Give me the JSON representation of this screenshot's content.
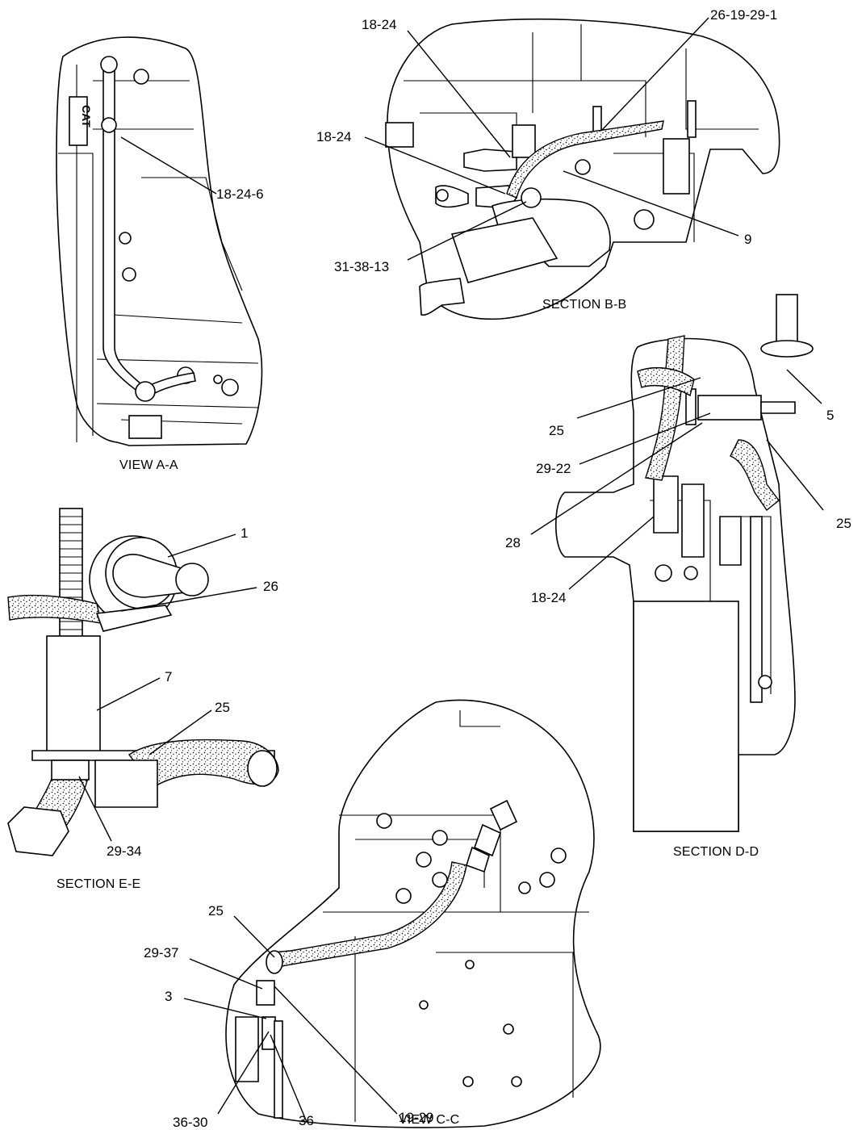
{
  "views": {
    "view_aa": {
      "caption": "VIEW A-A",
      "callouts": [
        "18-24-6"
      ]
    },
    "section_bb": {
      "caption": "SECTION B-B",
      "callouts": [
        "18-24",
        "26-19-29-1",
        "18-24",
        "9",
        "31-38-13"
      ]
    },
    "section_dd": {
      "caption": "SECTION D-D",
      "callouts": [
        "5",
        "25",
        "29-22",
        "25",
        "28",
        "18-24"
      ]
    },
    "section_ee": {
      "caption": "SECTION E-E",
      "callouts": [
        "1",
        "26",
        "7",
        "25",
        "29-34"
      ]
    },
    "view_cc": {
      "caption": "VIEW C-C",
      "callouts": [
        "25",
        "29-37",
        "3",
        "19-29",
        "36-30",
        "36"
      ]
    }
  },
  "icons": [
    "cat-logo-icon"
  ]
}
